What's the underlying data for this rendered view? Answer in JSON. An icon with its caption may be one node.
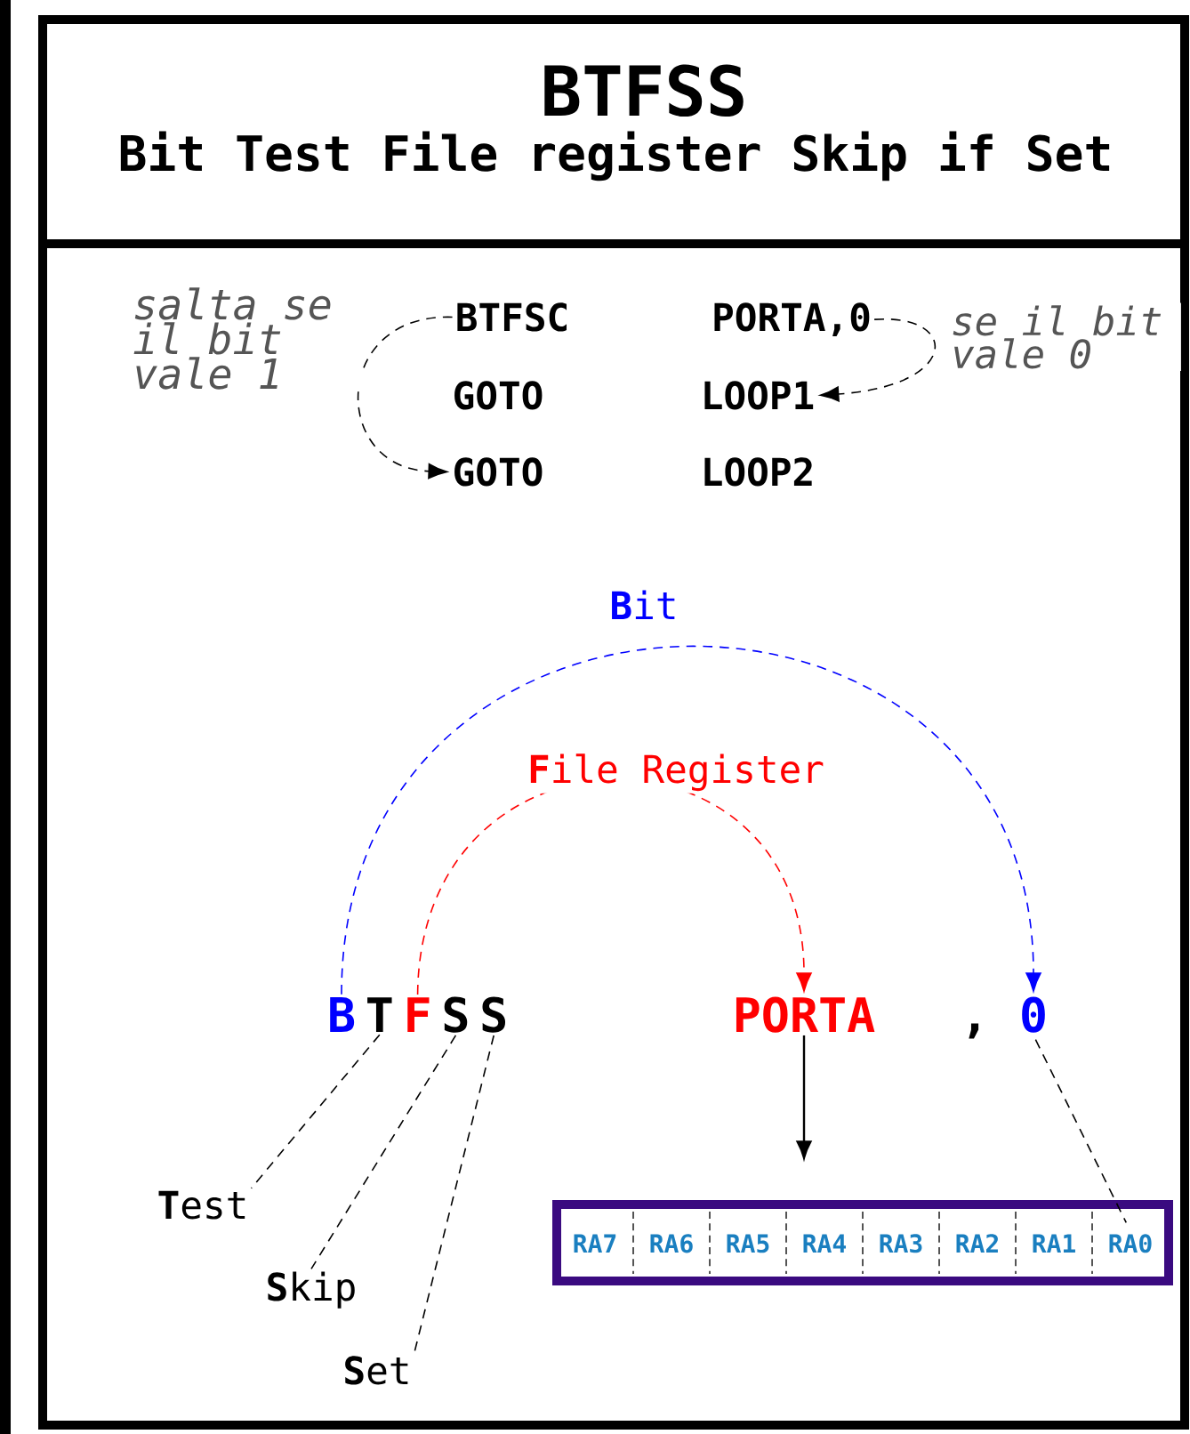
{
  "diagram": {
    "nodes": [
      {
        "text": [
          "BTFSS",
          "Bit Test File register Skip if Set"
        ]
      },
      {
        "text": [
          "BTFSC"
        ]
      },
      {
        "text": [
          "PORTA,0"
        ]
      },
      {
        "text": [
          "GOTO"
        ]
      },
      {
        "text": [
          "LOOP1"
        ]
      },
      {
        "text": [
          "GOTO"
        ]
      },
      {
        "text": [
          "LOOP2"
        ]
      },
      {
        "text": [
          "B"
        ]
      },
      {
        "text": [
          "T"
        ]
      },
      {
        "text": [
          "F"
        ]
      },
      {
        "text": [
          "S"
        ]
      },
      {
        "text": [
          "S"
        ]
      },
      {
        "text": [
          "PORTA"
        ]
      },
      {
        "text": [
          "0"
        ]
      },
      {
        "text": [
          "**T**est"
        ]
      },
      {
        "text": [
          "**S**kip"
        ]
      },
      {
        "text": [
          "**S**et"
        ]
      },
      {
        "text": [],
        "shape": "box"
      },
      {
        "text": [
          "RA7"
        ],
        "in": 17
      },
      {
        "text": [
          "RA6"
        ],
        "in": 17
      },
      {
        "text": [
          "RA5"
        ],
        "in": 17
      },
      {
        "text": [
          "RA4"
        ],
        "in": 17
      },
      {
        "text": [
          "RA3"
        ],
        "in": 17
      },
      {
        "text": [
          "RA2"
        ],
        "in": 17
      },
      {
        "text": [
          "RA1"
        ],
        "in": 17
      },
      {
        "text": [
          "RA0"
        ],
        "in": 17
      }
    ],
    "edges": [
      {
        "from": 1,
        "to": 5,
        "arrow": "to",
        "style": "dashed",
        "label": "salta se il bit vale 1"
      },
      {
        "from": 2,
        "to": 4,
        "arrow": "to",
        "style": "dashed",
        "label": "se il bit vale 0"
      },
      {
        "from": 7,
        "to": 13,
        "arrow": "to",
        "style": "dashed",
        "color": "#0000ff",
        "label": "**B**it"
      },
      {
        "from": 9,
        "to": 12,
        "arrow": "to",
        "style": "dashed",
        "color": "#ff0000",
        "label": "**F**ile Register"
      },
      {
        "from": 8,
        "to": 14,
        "arrow": "none",
        "style": "dashed"
      },
      {
        "from": 10,
        "to": 15,
        "arrow": "none",
        "style": "dashed"
      },
      {
        "from": 11,
        "to": 16,
        "arrow": "none",
        "style": "dashed"
      },
      {
        "from": 12,
        "to": 17,
        "arrow": "to"
      },
      {
        "from": 13,
        "to": 25,
        "arrow": "none",
        "style": "dashed"
      }
    ],
    "labels": [
      ","
    ]
  }
}
